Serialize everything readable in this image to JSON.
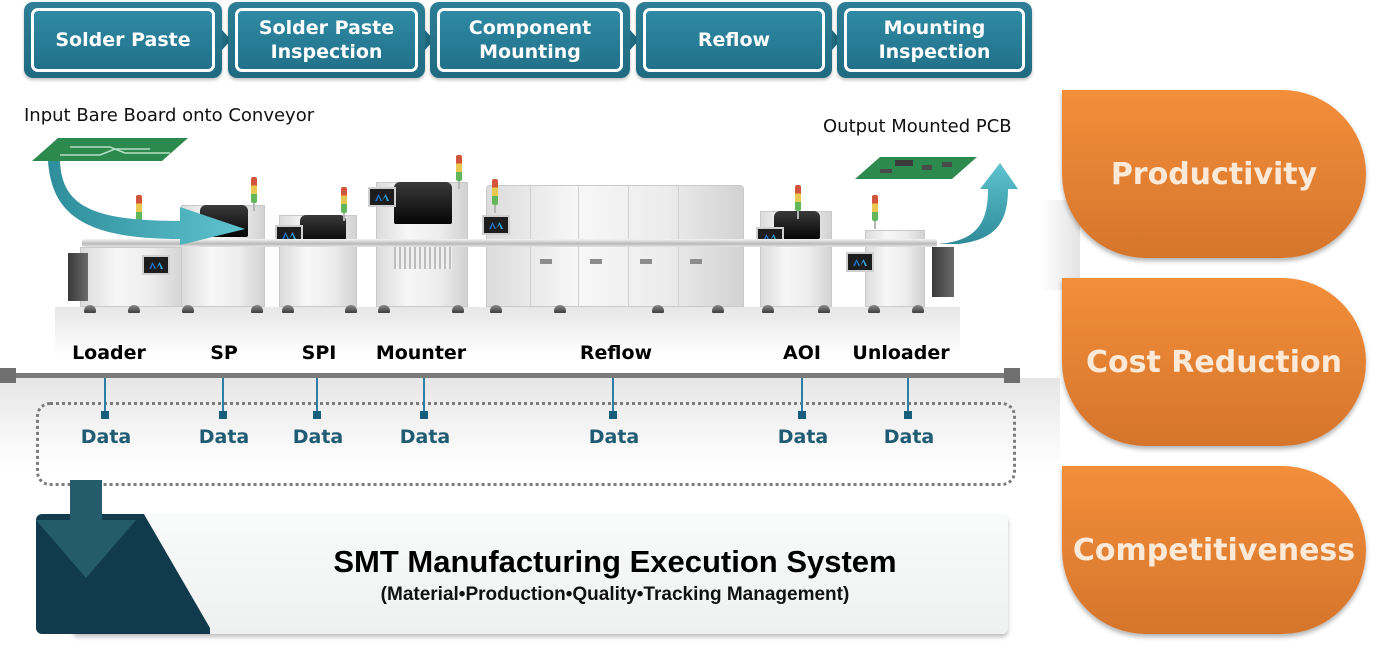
{
  "process_steps": [
    {
      "label": "Solder Paste"
    },
    {
      "label": "Solder Paste Inspection"
    },
    {
      "label": "Component Mounting"
    },
    {
      "label": "Reflow"
    },
    {
      "label": "Mounting Inspection"
    }
  ],
  "captions": {
    "input": "Input Bare Board onto Conveyor",
    "output": "Output Mounted PCB"
  },
  "stations": [
    {
      "label": "Loader",
      "data_label": "Data"
    },
    {
      "label": "SP",
      "data_label": "Data"
    },
    {
      "label": "SPI",
      "data_label": "Data"
    },
    {
      "label": "Mounter",
      "data_label": "Data"
    },
    {
      "label": "Reflow",
      "data_label": "Data"
    },
    {
      "label": "AOI",
      "data_label": "Data"
    },
    {
      "label": "Unloader",
      "data_label": "Data"
    }
  ],
  "mes": {
    "title": "SMT Manufacturing Execution System",
    "subtitle": "(Material•Production•Quality•Tracking Management)"
  },
  "benefits": [
    {
      "label": "Productivity"
    },
    {
      "label": "Cost Reduction"
    },
    {
      "label": "Competitiveness"
    }
  ],
  "colors": {
    "step_teal": "#22718a",
    "data_blue": "#1f5b72",
    "mes_dark": "#113b4c",
    "benefit_orange": "#f38e3a",
    "arrow_teal": "#4fb5c4"
  }
}
